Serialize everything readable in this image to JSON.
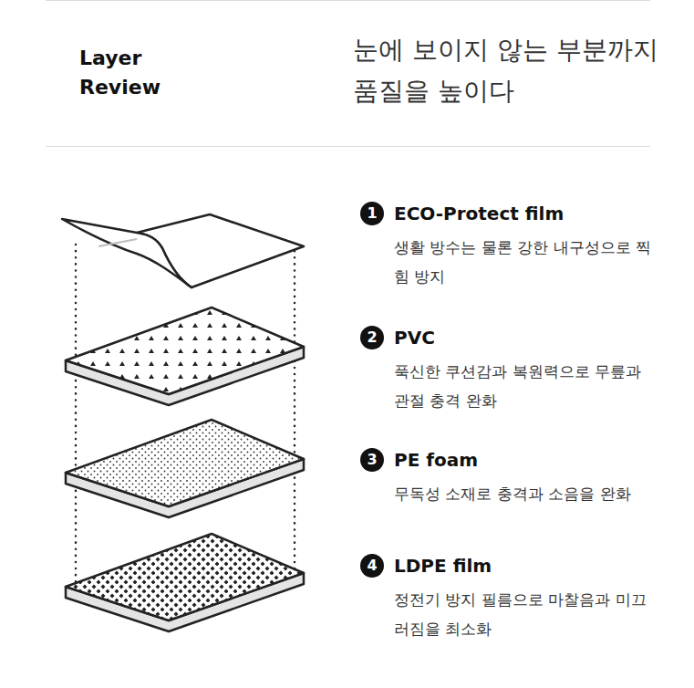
{
  "diagram": {
    "title": "Layer Review",
    "nodes": [
      {
        "text": [
          "1",
          "ECO-Protect film",
          "생활 방수는 물론 강한 내구성으로 찍힘 방지"
        ]
      },
      {
        "text": [
          "2",
          "PVC",
          "푹신한 쿠션감과 복원력으로 무릎과 관절 충격 완화"
        ]
      },
      {
        "text": [
          "3",
          "PE foam",
          "무독성 소재로 충격과 소음을 완화"
        ]
      },
      {
        "text": [
          "4",
          "LDPE film",
          "정전기 방지 필름으로 마찰음과 미끄러짐을 최소화"
        ]
      }
    ],
    "labels": [
      "눈에 보이지 않는 부분까지 품질을 높이다"
    ]
  }
}
